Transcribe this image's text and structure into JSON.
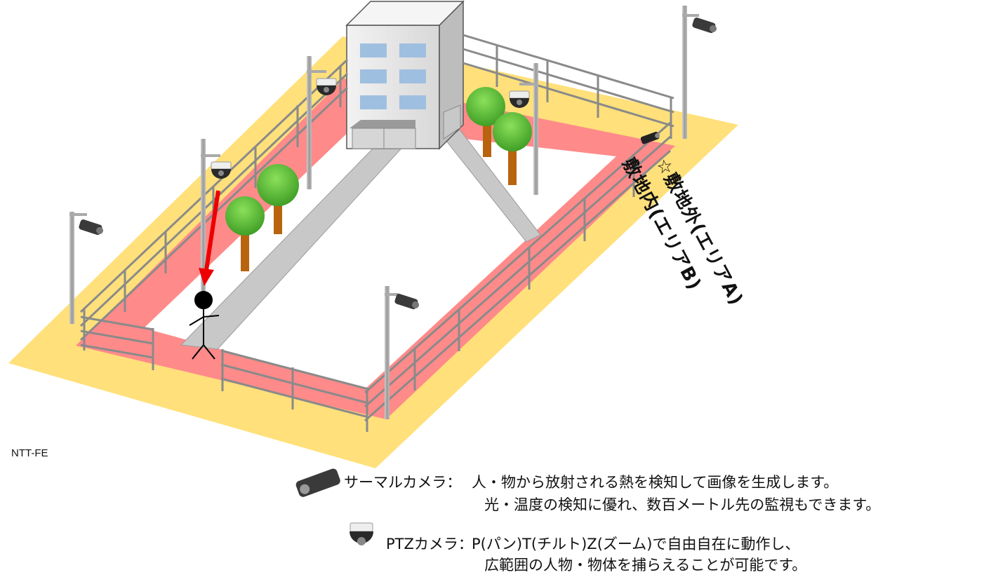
{
  "zones": {
    "outer_label": "☆敷地外(エリアA)",
    "inner_label": "敷地内(エリアB)"
  },
  "credit": "NTT-FE",
  "legend": {
    "thermal": {
      "name": "サーマルカメラ：",
      "line1": "人・物から放射される熱を検知して画像を生成します。",
      "line2": "光・温度の検知に優れ、数百メートル先の監視もできます。",
      "icon": "thermal-camera-icon"
    },
    "ptz": {
      "name": "PTZカメラ：",
      "line1": "P(パン)T(チルト)Z(ズーム)で自由自在に動作し、",
      "line2": "広範囲の人物・物体を捕らえることが可能です。",
      "icon": "ptz-camera-icon"
    }
  },
  "colors": {
    "outer_zone": "#FFE07A",
    "inner_zone": "#FF8A8A",
    "ground": "#FFFFFF",
    "path": "#C8C8C8",
    "fence": "#808080",
    "tree_foliage": "#4CAF2A",
    "tree_trunk": "#B8640F",
    "arrow": "#EE0000",
    "building": "#E6E6E6",
    "window": "#9FBFE0"
  }
}
